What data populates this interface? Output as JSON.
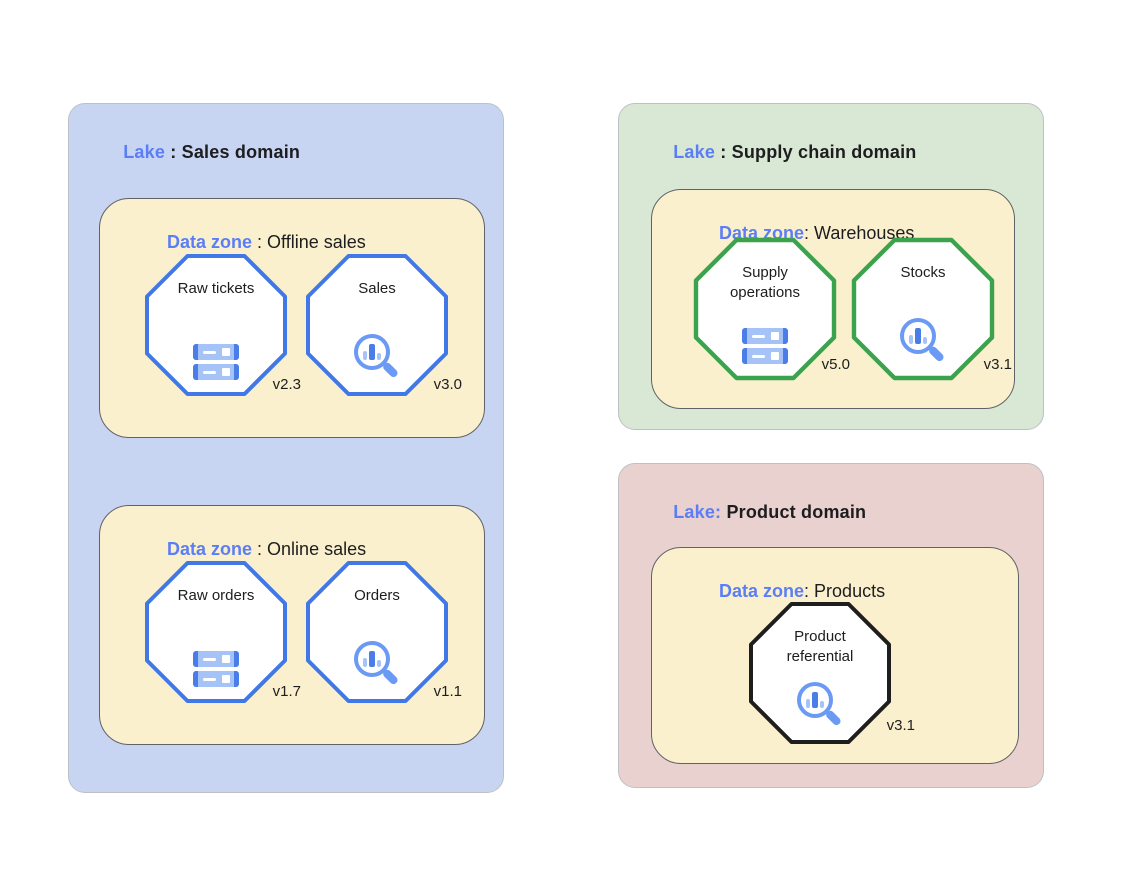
{
  "colors": {
    "accent-blue": "#5b7ef6",
    "text-black": "#1d1d1f",
    "lake-sales-bg": "#c8d5f2",
    "lake-supply-bg": "#d9e7d5",
    "lake-product-bg": "#e8d1cf",
    "lake-border": "#bdc1c6",
    "zone-bg": "#faf0cd",
    "zone-border": "#5f6368",
    "oct-blue": "#4178e8",
    "oct-green": "#3ba24e",
    "oct-black": "#1e1e1e",
    "icon-light": "#a6c3f7",
    "icon-dark": "#4a7de8",
    "mag-blue": "#6b9af4"
  },
  "lakes": [
    {
      "title_blue": "Lake",
      "title_black": " : Sales domain",
      "zones": [
        {
          "title_blue": "Data zone",
          "title_black": " : Offline sales",
          "entities": [
            {
              "name": "Raw tickets",
              "version": "v2.3",
              "icon": "storage-icon"
            },
            {
              "name": "Sales",
              "version": "v3.0",
              "icon": "search-analytics-icon"
            }
          ]
        },
        {
          "title_blue": "Data zone",
          "title_black": " : Online sales",
          "entities": [
            {
              "name": "Raw orders",
              "version": "v1.7",
              "icon": "storage-icon"
            },
            {
              "name": "Orders",
              "version": "v1.1",
              "icon": "search-analytics-icon"
            }
          ]
        }
      ]
    },
    {
      "title_blue": "Lake",
      "title_black": " : Supply chain domain",
      "zones": [
        {
          "title_blue": "Data zone",
          "title_black": ": Warehouses",
          "entities": [
            {
              "name": "Supply operations",
              "version": "v5.0",
              "icon": "storage-icon"
            },
            {
              "name": "Stocks",
              "version": "v3.1",
              "icon": "search-analytics-icon"
            }
          ]
        }
      ]
    },
    {
      "title_blue": "Lake:",
      "title_black": " Product domain",
      "zones": [
        {
          "title_blue": "Data zone",
          "title_black": ": Products",
          "entities": [
            {
              "name": "Product referential",
              "version": "v3.1",
              "icon": "search-analytics-icon"
            }
          ]
        }
      ]
    }
  ]
}
